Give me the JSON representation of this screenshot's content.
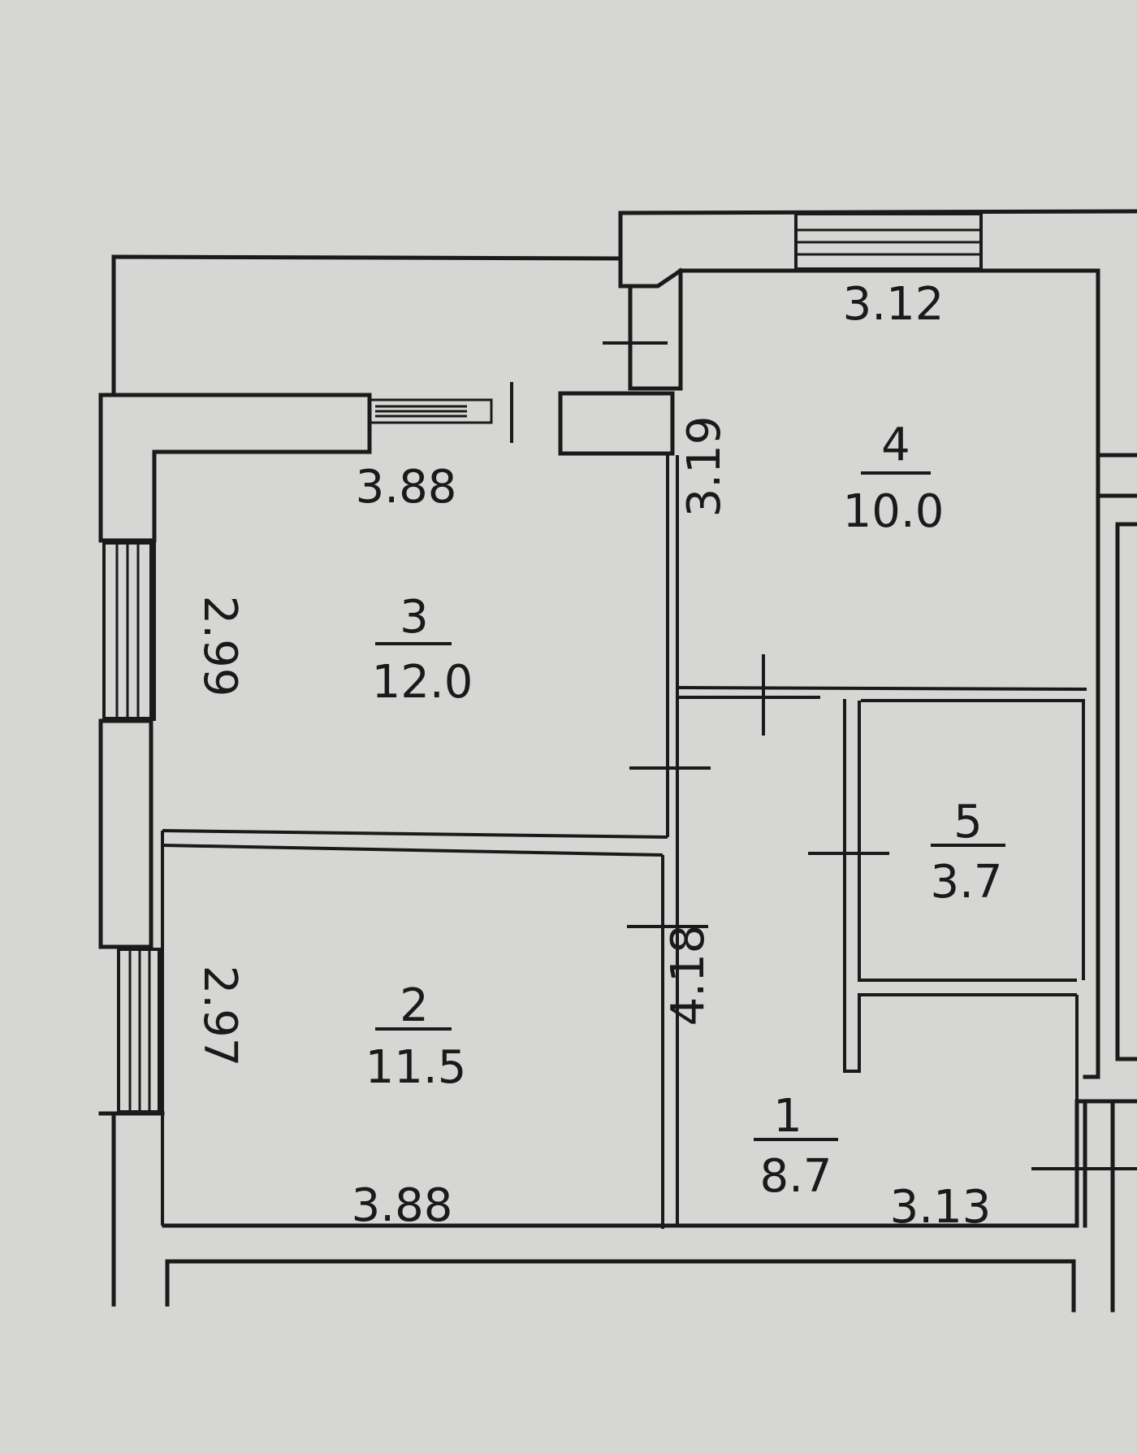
{
  "rooms": [
    {
      "number": "1",
      "area": "8.7"
    },
    {
      "number": "2",
      "area": "11.5"
    },
    {
      "number": "3",
      "area": "12.0"
    },
    {
      "number": "4",
      "area": "10.0"
    },
    {
      "number": "5",
      "area": "3.7"
    }
  ],
  "dimensions": {
    "room4_width": "3.12",
    "room4_depth": "3.19",
    "room3_width": "3.88",
    "room3_depth": "2.99",
    "room2_depth": "2.97",
    "room2_width": "3.88",
    "room1_depth": "4.18",
    "room1_width": "3.13"
  },
  "colors": {
    "background": "#d6d6d4",
    "lines": "#1a1a1a"
  }
}
